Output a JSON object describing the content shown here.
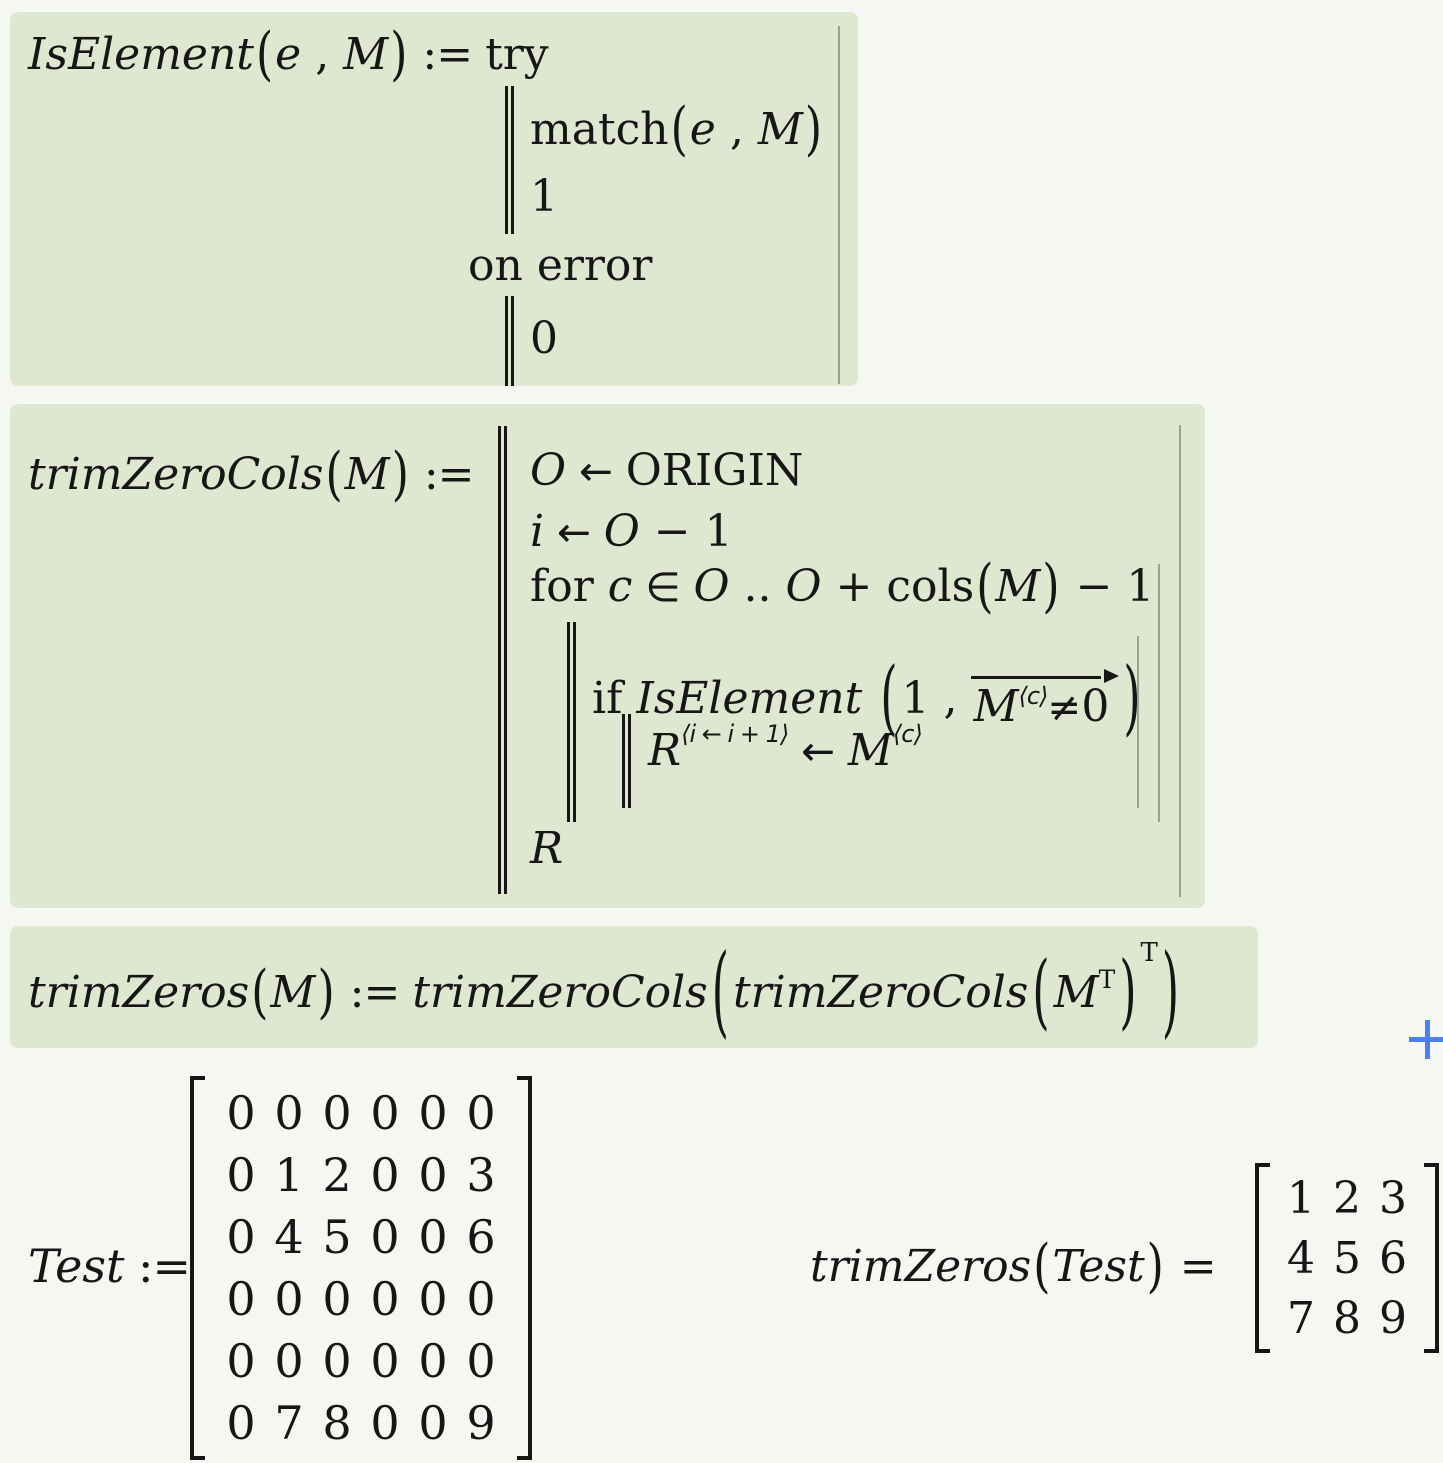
{
  "colors": {
    "page_bg": "#f5f7f2",
    "region_bg": "#dfe7d0",
    "text": "#161616",
    "edge_line": "#9aa096",
    "cursor_blue": "#4a80f2"
  },
  "is_element": {
    "signature": [
      [
        "i",
        "IsElement"
      ],
      [
        "p1",
        "("
      ],
      [
        "i",
        "e"
      ],
      [
        "r",
        " , "
      ],
      [
        "i",
        "M"
      ],
      [
        "p1",
        ")"
      ],
      [
        "a",
        " := "
      ],
      [
        "k",
        "try"
      ]
    ],
    "try_line_match": [
      [
        "r",
        "match"
      ],
      [
        "p1",
        "("
      ],
      [
        "i",
        "e"
      ],
      [
        "r",
        " , "
      ],
      [
        "i",
        "M"
      ],
      [
        "p1",
        ")"
      ]
    ],
    "try_line_value": [
      [
        "r",
        "1"
      ]
    ],
    "on_error": [
      [
        "k",
        "on error"
      ]
    ],
    "error_line": [
      [
        "r",
        "0"
      ]
    ]
  },
  "trim_zero_cols": {
    "signature": [
      [
        "i",
        "trimZeroCols"
      ],
      [
        "p1",
        "("
      ],
      [
        "i",
        "M"
      ],
      [
        "p1",
        ")"
      ],
      [
        "a",
        " := "
      ]
    ],
    "line_origin": [
      [
        "i",
        "O"
      ],
      [
        "y",
        " ← "
      ],
      [
        "r",
        "ORIGIN"
      ]
    ],
    "line_i": [
      [
        "i",
        "i"
      ],
      [
        "y",
        " ← "
      ],
      [
        "i",
        "O"
      ],
      [
        "r",
        " − 1"
      ]
    ],
    "line_for": [
      [
        "k",
        "for "
      ],
      [
        "i",
        "c"
      ],
      [
        "y",
        " ∈ "
      ],
      [
        "i",
        "O"
      ],
      [
        "r",
        " .. "
      ],
      [
        "i",
        "O"
      ],
      [
        "r",
        " + "
      ],
      [
        "r",
        "cols"
      ],
      [
        "p1",
        "("
      ],
      [
        "i",
        "M"
      ],
      [
        "p1",
        ")"
      ],
      [
        "r",
        " − 1"
      ]
    ],
    "if_pre": [
      [
        "k",
        "if "
      ],
      [
        "i",
        "IsElement "
      ]
    ],
    "if_open": "(",
    "if_arg": [
      [
        "r",
        "1 , "
      ]
    ],
    "vec_tokens": [
      [
        "i",
        "M"
      ],
      [
        "sup",
        "⟨c⟩"
      ],
      [
        "y",
        "≠"
      ],
      [
        "r",
        "0"
      ]
    ],
    "if_close": ")",
    "line_assign": [
      [
        "i",
        "R"
      ],
      [
        "sup",
        "⟨i ← i + 1⟩"
      ],
      [
        "y",
        " ← "
      ],
      [
        "i",
        "M"
      ],
      [
        "sup",
        "⟨c⟩"
      ]
    ],
    "line_return": [
      [
        "i",
        "R"
      ]
    ]
  },
  "trim_zeros": {
    "line": [
      [
        "i",
        "trimZeros"
      ],
      [
        "p1",
        "("
      ],
      [
        "i",
        "M"
      ],
      [
        "p1",
        ")"
      ],
      [
        "a",
        " := "
      ],
      [
        "i",
        "trimZeroCols"
      ],
      [
        "p3",
        "("
      ],
      [
        "i",
        "trimZeroCols"
      ],
      [
        "p2",
        "("
      ],
      [
        "i",
        "M"
      ],
      [
        "supT",
        "T"
      ],
      [
        "p2",
        ")"
      ],
      [
        "supT2",
        "T"
      ],
      [
        "p3",
        ")"
      ]
    ]
  },
  "test_def": {
    "label": [
      [
        "i",
        "Test"
      ],
      [
        "a",
        " := "
      ]
    ],
    "matrix": [
      [
        "0",
        "0",
        "0",
        "0",
        "0",
        "0"
      ],
      [
        "0",
        "1",
        "2",
        "0",
        "0",
        "3"
      ],
      [
        "0",
        "4",
        "5",
        "0",
        "0",
        "6"
      ],
      [
        "0",
        "0",
        "0",
        "0",
        "0",
        "0"
      ],
      [
        "0",
        "0",
        "0",
        "0",
        "0",
        "0"
      ],
      [
        "0",
        "7",
        "8",
        "0",
        "0",
        "9"
      ]
    ]
  },
  "result": {
    "label": [
      [
        "i",
        "trimZeros"
      ],
      [
        "p1",
        "("
      ],
      [
        "i",
        "Test"
      ],
      [
        "p1",
        ")"
      ],
      [
        "r",
        " = "
      ]
    ],
    "matrix": [
      [
        "1",
        "2",
        "3"
      ],
      [
        "4",
        "5",
        "6"
      ],
      [
        "7",
        "8",
        "9"
      ]
    ]
  },
  "cursor": {
    "symbol": "+"
  }
}
